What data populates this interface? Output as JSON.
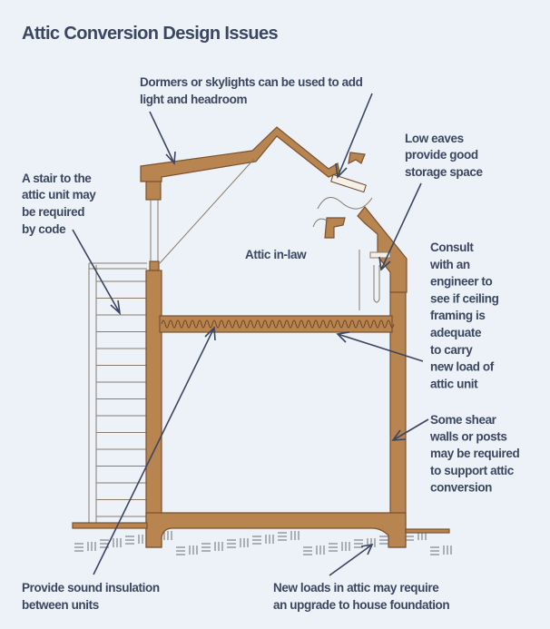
{
  "title": "Attic Conversion Design Issues",
  "colors": {
    "background": "#edf2f9",
    "text": "#3b4661",
    "wood": "#b8844f"
  },
  "labels": {
    "dormers": [
      "Dormers or skylights can be used to add",
      "light and headroom"
    ],
    "low_eaves": [
      "Low eaves",
      "provide good",
      "storage space"
    ],
    "stair": [
      "A stair to the",
      "attic unit may",
      "be required",
      "by code"
    ],
    "attic": [
      "Attic in-law"
    ],
    "consult": [
      "Consult",
      "with an",
      "engineer to",
      "see if ceiling",
      "framing is",
      "adequate",
      "to carry",
      "new load of",
      "attic unit"
    ],
    "shear": [
      "Some shear",
      "walls or posts",
      "may be required",
      "to support attic",
      "conversion"
    ],
    "sound": [
      "Provide sound insulation",
      "between units"
    ],
    "foundation": [
      "New loads in attic may require",
      "an upgrade to house foundation"
    ]
  }
}
